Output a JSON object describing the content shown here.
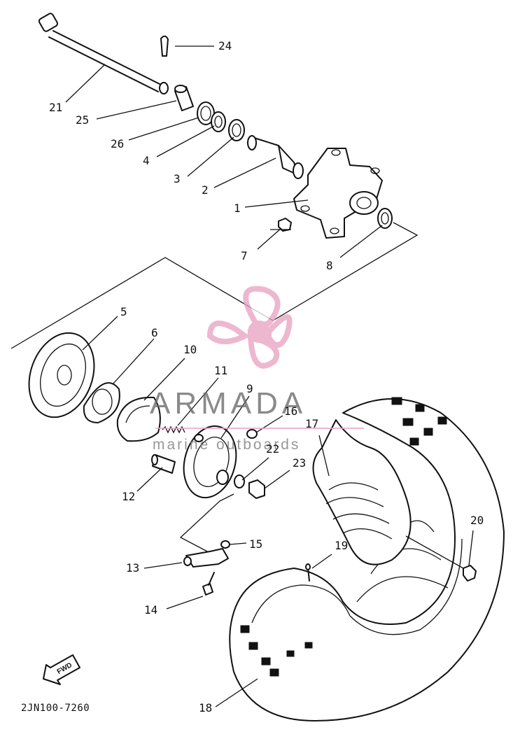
{
  "drawing_code": "2JN100-7260",
  "watermark": {
    "brand": "ARMADA",
    "subtitle": "marine outboards",
    "color": "#e8a3c2"
  },
  "direction_badge": "FWD",
  "callouts": [
    "1",
    "2",
    "3",
    "4",
    "5",
    "6",
    "7",
    "8",
    "9",
    "10",
    "11",
    "12",
    "13",
    "14",
    "15",
    "16",
    "17",
    "18",
    "19",
    "20",
    "21",
    "22",
    "23",
    "24",
    "25",
    "26"
  ]
}
